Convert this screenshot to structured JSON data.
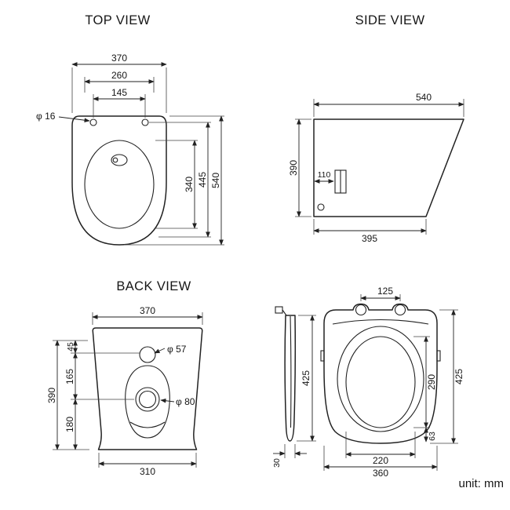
{
  "titles": {
    "top": "TOP VIEW",
    "side": "SIDE VIEW",
    "back": "BACK VIEW"
  },
  "unit": "unit: mm",
  "top_view": {
    "w370": "370",
    "w260": "260",
    "w145": "145",
    "hole": "φ 16",
    "d340": "340",
    "d445": "445",
    "d540": "540"
  },
  "side_view": {
    "w540": "540",
    "h390": "390",
    "w110": "110",
    "w395": "395"
  },
  "back_view": {
    "w370": "370",
    "h45": "45",
    "h165": "165",
    "h180": "180",
    "h390": "390",
    "hole57": "φ 57",
    "hole80": "φ 80",
    "w310": "310"
  },
  "seat_view": {
    "w125": "125",
    "h425_left": "425",
    "h425_right": "425",
    "h290": "290",
    "h63": "63",
    "w220": "220",
    "w360": "360",
    "t30": "30"
  }
}
